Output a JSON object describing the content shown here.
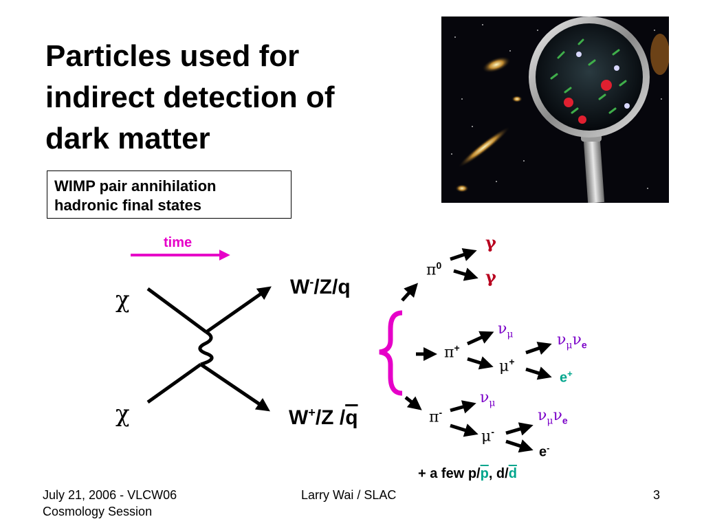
{
  "slide": {
    "title_lines": [
      "Particles used for",
      "indirect detection of",
      "dark matter"
    ],
    "box_lines": [
      "WIMP pair annihilation",
      "hadronic final states"
    ],
    "time_label": "time",
    "chi_top": "χ",
    "chi_bottom": "χ",
    "boson_top": "W",
    "boson_top_sup": "-",
    "boson_top_rest": "/Z/q",
    "boson_bottom": "W",
    "boson_bottom_sup": "+",
    "boson_bottom_rest": "/Z /",
    "boson_bottom_q": "q",
    "pi0": "π",
    "pi0_sup": "0",
    "gamma1": "γ",
    "gamma2": "γ",
    "pi_plus": "π",
    "pi_plus_sup": "+",
    "nu_mu_1": "ν",
    "nu_mu_1_sub": "μ",
    "mu_plus": "μ",
    "mu_plus_sup": "+",
    "nu_mu_e_1a": "ν",
    "nu_mu_e_1a_sub": "μ",
    "nu_mu_e_1b": "ν",
    "nu_mu_e_1b_sub": "e",
    "e_plus": "e",
    "e_plus_sup": "+",
    "pi_minus": "π",
    "pi_minus_sup": "-",
    "nu_mu_2": "ν",
    "nu_mu_2_sub": "μ",
    "mu_minus": "μ",
    "mu_minus_sup": "-",
    "nu_mu_e_2a": "ν",
    "nu_mu_e_2a_sub": "μ",
    "nu_mu_e_2b": "ν",
    "nu_mu_e_2b_sub": "e",
    "e_minus": "e",
    "e_minus_sup": "-",
    "few_prefix": "+ a few p/",
    "few_pbar": "p",
    "few_mid": ", d/",
    "few_dbar": "d"
  },
  "footer": {
    "left_lines": [
      "July 21, 2006 - VLCW06",
      "Cosmology Session"
    ],
    "center": "Larry Wai / SLAC",
    "page": "3"
  },
  "colors": {
    "magenta": "#e600c8",
    "gamma": "#b8001e",
    "neutrino": "#7a00c8",
    "positron": "#00a58c",
    "antiparticle": "#00a58c"
  }
}
